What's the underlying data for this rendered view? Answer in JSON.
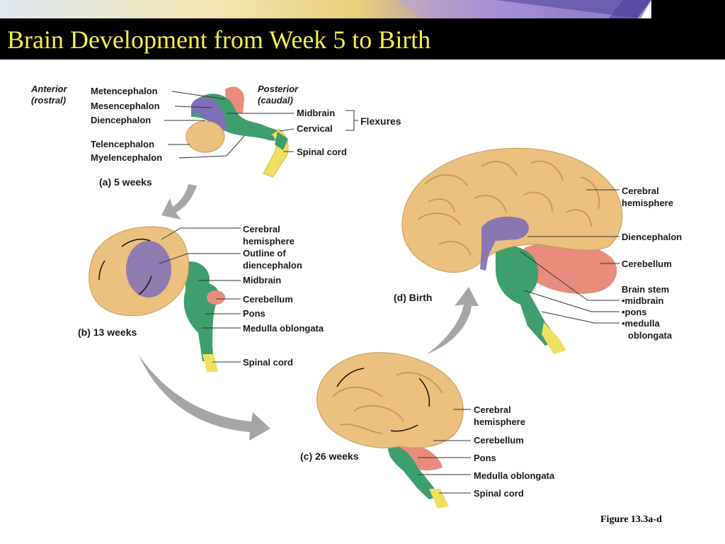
{
  "title": "Brain Development from Week 5 to Birth",
  "figure_ref": "Figure 13.3a-d",
  "colors": {
    "title_text": "#f4f04a",
    "title_bar": "#000000",
    "cerebrum": "#ecc07e",
    "diencephalon": "#7e6fb8",
    "midbrain_stem": "#3e9e6e",
    "cerebellum": "#e98c7e",
    "spinal_cord": "#f0e060"
  },
  "panel_a": {
    "caption": "(a) 5 weeks",
    "anterior": "Anterior",
    "rostral": "(rostral)",
    "posterior": "Posterior",
    "caudal": "(caudal)",
    "labels_left": [
      "Metencephalon",
      "Mesencephalon",
      "Diencephalon",
      "Telencephalon",
      "Myelencephalon"
    ],
    "labels_right": [
      "Midbrain",
      "Cervical",
      "Spinal cord"
    ],
    "flexures": "Flexures"
  },
  "panel_b": {
    "caption": "(b) 13 weeks",
    "labels": [
      "Cerebral",
      "hemisphere",
      "Outline of",
      "diencephalon",
      "Midbrain",
      "Cerebellum",
      "Pons",
      "Medulla oblongata",
      "Spinal cord"
    ]
  },
  "panel_c": {
    "caption": "(c) 26 weeks",
    "labels": [
      "Cerebral",
      "hemisphere",
      "Cerebellum",
      "Pons",
      "Medulla oblongata",
      "Spinal cord"
    ]
  },
  "panel_d": {
    "caption": "(d) Birth",
    "labels": [
      "Cerebral",
      "hemisphere",
      "Diencephalon",
      "Cerebellum",
      "Brain stem",
      "•midbrain",
      "•pons",
      "•medulla",
      "oblongata"
    ]
  }
}
